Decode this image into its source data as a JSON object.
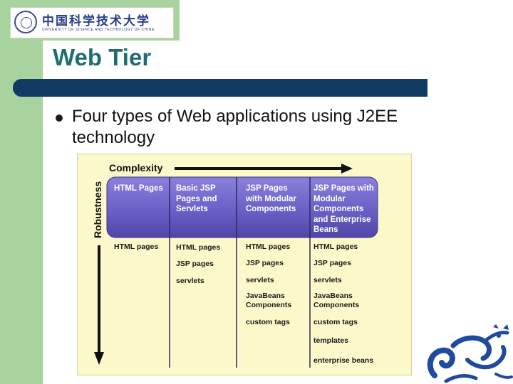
{
  "slide": {
    "title": "Web Tier",
    "bullet": "Four types of Web applications using J2EE technology"
  },
  "logo": {
    "name_cn": "中国科学技术大学",
    "name_en": "UNIVERSITY OF SCIENCE AND TECHNOLOGY OF CHINA"
  },
  "diagram": {
    "complexity_label": "Complexity",
    "robustness_label": "Robustness",
    "columns": [
      {
        "header": "HTML Pages",
        "items": [
          "HTML pages"
        ]
      },
      {
        "header": "Basic JSP Pages and Servlets",
        "items": [
          "HTML pages",
          "JSP pages",
          "servlets"
        ]
      },
      {
        "header": "JSP Pages with Modular Components",
        "items": [
          "HTML pages",
          "JSP pages",
          "servlets",
          "JavaBeans Components",
          "custom tags"
        ]
      },
      {
        "header": "JSP Pages with Modular Components and Enterprise Beans",
        "items": [
          "HTML pages",
          "JSP pages",
          "servlets",
          "JavaBeans Components",
          "custom tags",
          "templates",
          "enterprise beans"
        ]
      }
    ]
  },
  "colors": {
    "title": "#1e6e70",
    "title_bar": "#113b63",
    "left_band": "#a9d39e",
    "diagram_bg": "#fbf8c9",
    "header_band": "#6a60c6",
    "dragon": "#1f4a9e"
  },
  "icons": [
    "university-seal-icon",
    "dragon-emblem-icon"
  ]
}
